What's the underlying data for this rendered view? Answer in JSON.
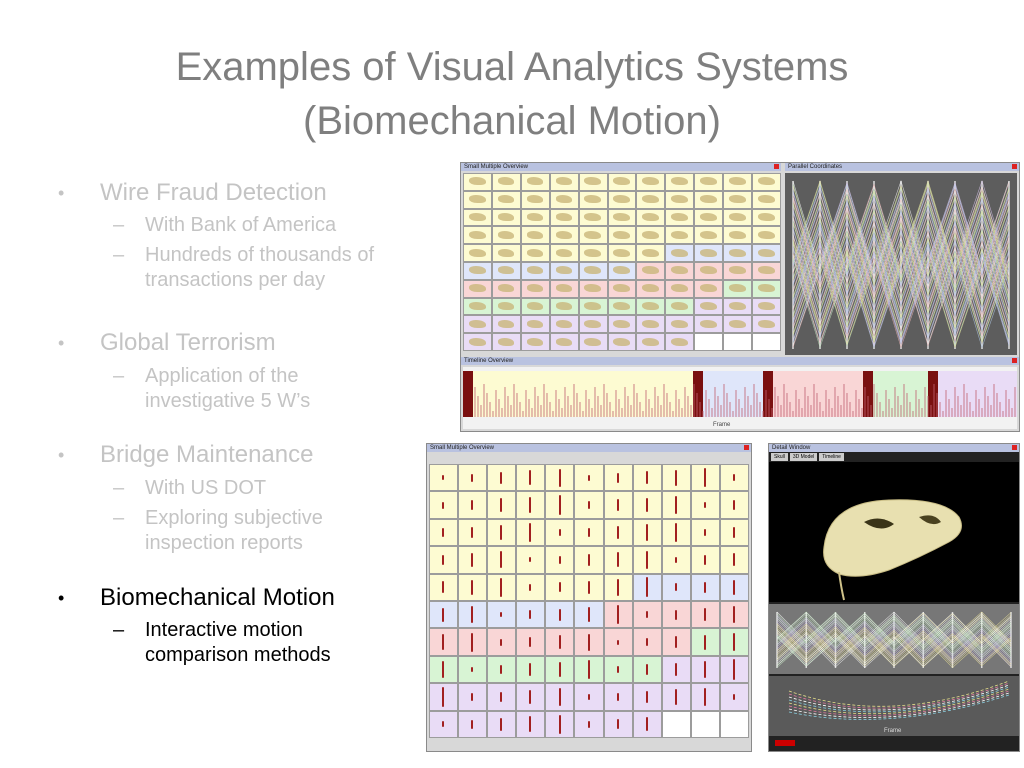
{
  "title": {
    "line1": "Examples of Visual Analytics Systems",
    "line2": "(Biomechanical Motion)"
  },
  "bullets": [
    {
      "label": "Wire Fraud Detection",
      "active": false,
      "sub": [
        "With Bank of America",
        "Hundreds of thousands of transactions per day"
      ]
    },
    {
      "label": "Global Terrorism",
      "active": false,
      "sub": [
        "Application of the investigative 5 W’s"
      ]
    },
    {
      "label": "Bridge Maintenance",
      "active": false,
      "sub": [
        "With US DOT",
        "Exploring subjective inspection reports"
      ]
    },
    {
      "label": "Biomechanical Motion",
      "active": true,
      "sub": [
        "Interactive motion comparison methods"
      ]
    }
  ],
  "screenshots": {
    "top": {
      "small_multiples_title": "Small Multiple Overview",
      "parallel_title": "Parallel Coordinates",
      "timeline_title": "Timeline Overview",
      "frame_label": "Frame"
    },
    "bottom_left": {
      "title": "Small Multiple Overview"
    },
    "bottom_right": {
      "title": "Detail Window",
      "tabs": [
        "Skull",
        "3D Model",
        "Timeline"
      ],
      "frame_label": "Frame"
    }
  },
  "colors": {
    "title": "#7f7f7f",
    "inactive_text": "#c4c4c4",
    "active_text": "#000000",
    "row_yellow": "#fdfbd2",
    "row_blue": "#dfe6fa",
    "row_pink": "#f9d6d6",
    "row_green": "#d8f4d4",
    "row_purple": "#e9dcf6"
  }
}
